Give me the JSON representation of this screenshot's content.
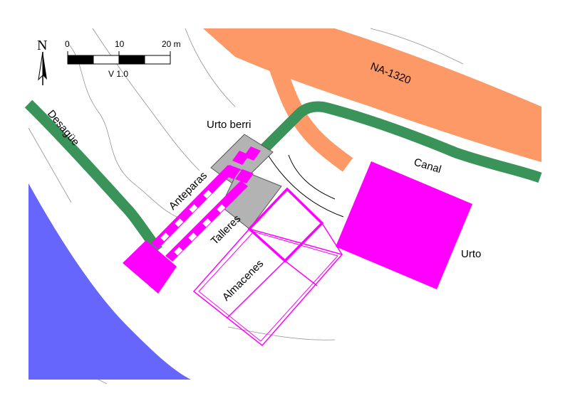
{
  "labels": {
    "road": "NA-1320",
    "canal": "Canal",
    "drain": "Desagüe",
    "urto_berri": "Urto berri",
    "anteparas": "Anteparas",
    "talleres": "Talleres",
    "almacenes": "Almacenes",
    "urto": "Urto"
  },
  "north": "N",
  "scale": {
    "ticks": [
      "0",
      "10",
      "20 m"
    ],
    "version": "V 1.0"
  },
  "colors": {
    "road": "#fc9966",
    "canal": "#3a945a",
    "river": "#6666fc",
    "structure": "#ff00ff",
    "gray_building": "#b3b3b3",
    "contour": "#909090"
  }
}
